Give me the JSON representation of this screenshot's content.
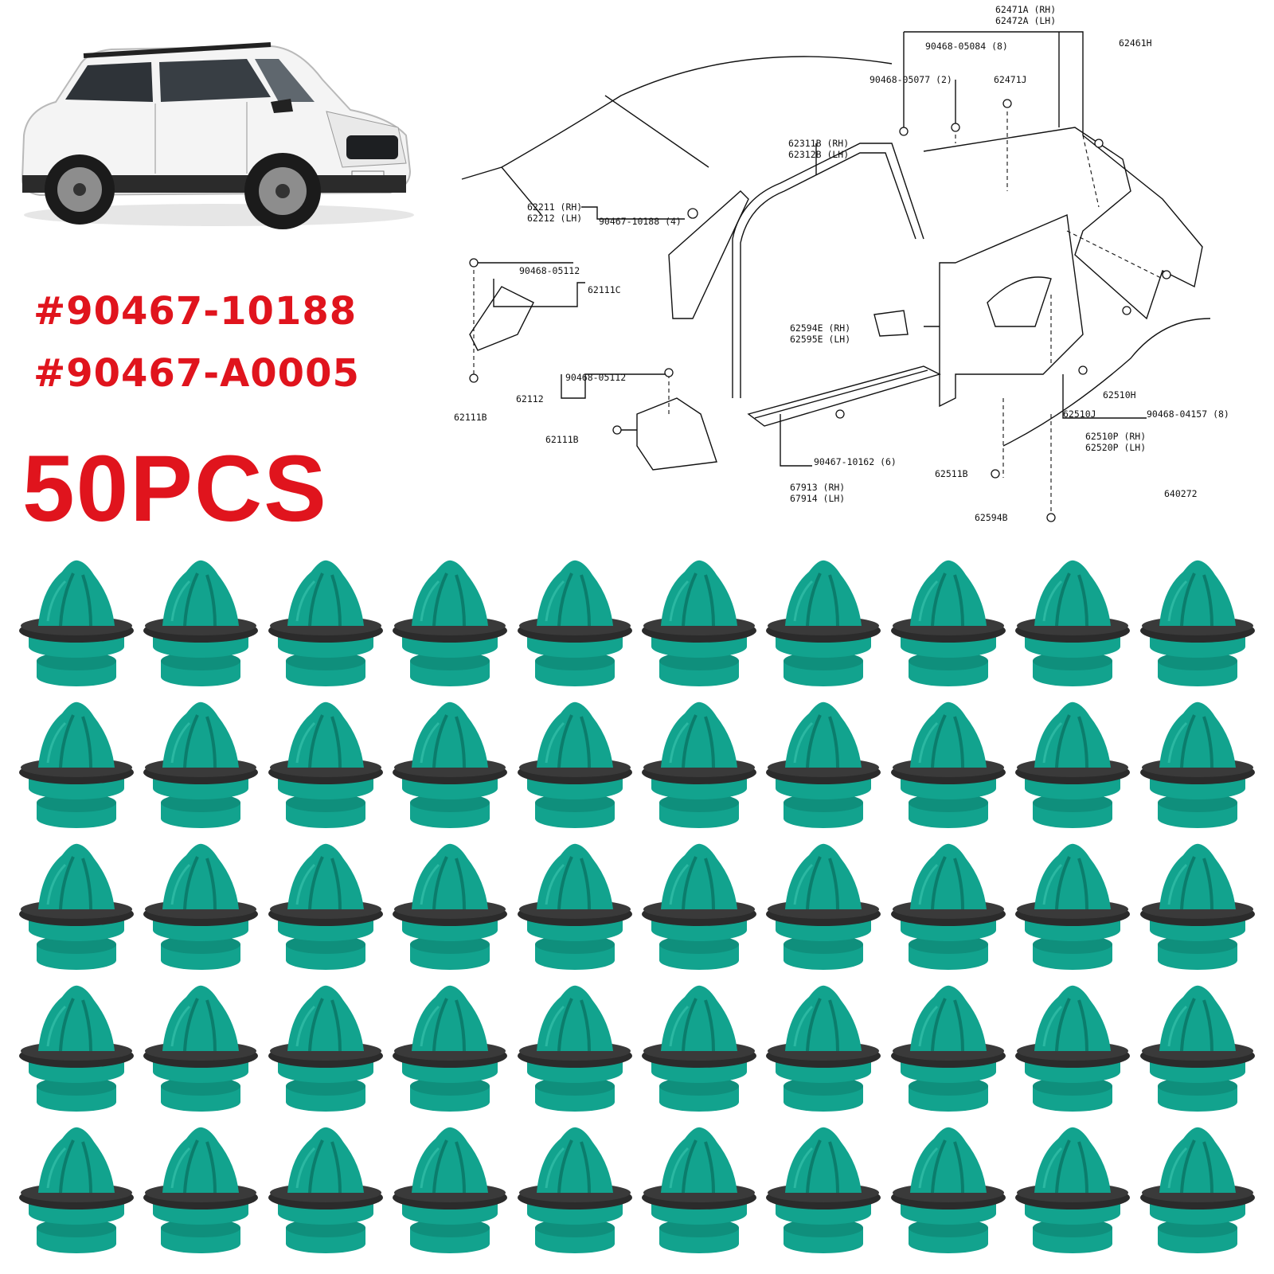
{
  "product": {
    "part_numbers": [
      "#90467-10188",
      "#90467-A0005"
    ],
    "quantity_label": "50PCS",
    "clip_count": 50,
    "grid": {
      "rows": 5,
      "columns": 10
    }
  },
  "colors": {
    "accent_text": "#e0141d",
    "clip_body": "#12a38e",
    "clip_washer": "#2b2b2b"
  },
  "diagram": {
    "figure_code": "640272",
    "callouts": [
      {
        "id": "c1",
        "text": "62471A (RH)"
      },
      {
        "id": "c2",
        "text": "62472A (LH)"
      },
      {
        "id": "c3",
        "text": "90468-05084 (8)"
      },
      {
        "id": "c4",
        "text": "62461H"
      },
      {
        "id": "c5",
        "text": "90468-05077 (2)"
      },
      {
        "id": "c6",
        "text": "62471J"
      },
      {
        "id": "c7",
        "text": "62311B (RH)"
      },
      {
        "id": "c8",
        "text": "62312B (LH)"
      },
      {
        "id": "c9",
        "text": "62211 (RH)"
      },
      {
        "id": "c10",
        "text": "62212 (LH)"
      },
      {
        "id": "c11",
        "text": "90467-10188 (4)"
      },
      {
        "id": "c12",
        "text": "90468-05112"
      },
      {
        "id": "c13",
        "text": "62111C"
      },
      {
        "id": "c14",
        "text": "62594E (RH)"
      },
      {
        "id": "c15",
        "text": "62595E (LH)"
      },
      {
        "id": "c16",
        "text": "90468-05112"
      },
      {
        "id": "c17",
        "text": "62112"
      },
      {
        "id": "c18",
        "text": "62111B"
      },
      {
        "id": "c19",
        "text": "62111B"
      },
      {
        "id": "c20",
        "text": "62510H"
      },
      {
        "id": "c21",
        "text": "62510J"
      },
      {
        "id": "c22",
        "text": "90468-04157 (8)"
      },
      {
        "id": "c23",
        "text": "62510P (RH)"
      },
      {
        "id": "c24",
        "text": "62520P (LH)"
      },
      {
        "id": "c25",
        "text": "90467-10162 (6)"
      },
      {
        "id": "c26",
        "text": "67913 (RH)"
      },
      {
        "id": "c27",
        "text": "67914 (LH)"
      },
      {
        "id": "c28",
        "text": "62511B"
      },
      {
        "id": "c29",
        "text": "62594B"
      }
    ]
  }
}
